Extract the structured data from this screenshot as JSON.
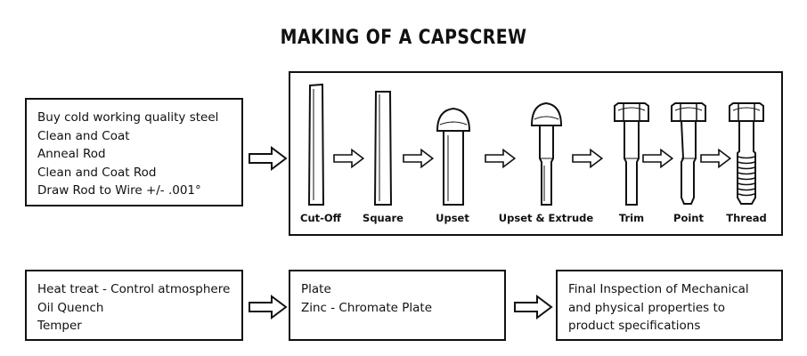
{
  "title": "MAKING OF A CAPSCREW",
  "boxes": {
    "wire_prep": [
      "Buy cold working quality steel",
      "Clean and Coat",
      "Anneal Rod",
      "Clean and Coat Rod",
      "Draw Rod to Wire +/- .001°"
    ],
    "heat_treat": [
      "Heat treat - Control atmosphere",
      "Oil Quench",
      "Temper"
    ],
    "plate": [
      "Plate",
      "Zinc - Chromate Plate"
    ],
    "inspection": [
      "Final Inspection of Mechanical",
      "and physical properties to",
      "product specifications"
    ]
  },
  "steps": [
    {
      "label": "Cut-Off",
      "icon": "cut-off-blank-icon"
    },
    {
      "label": "Square",
      "icon": "squared-blank-icon"
    },
    {
      "label": "Upset",
      "icon": "upset-head-icon"
    },
    {
      "label": "Upset & Extrude",
      "icon": "extruded-blank-icon"
    },
    {
      "label": "Trim",
      "icon": "trimmed-hex-head-icon"
    },
    {
      "label": "Point",
      "icon": "pointed-screw-icon"
    },
    {
      "label": "Thread",
      "icon": "threaded-capscrew-icon"
    }
  ],
  "colors": {
    "ink": "#111111",
    "background": "#ffffff"
  }
}
